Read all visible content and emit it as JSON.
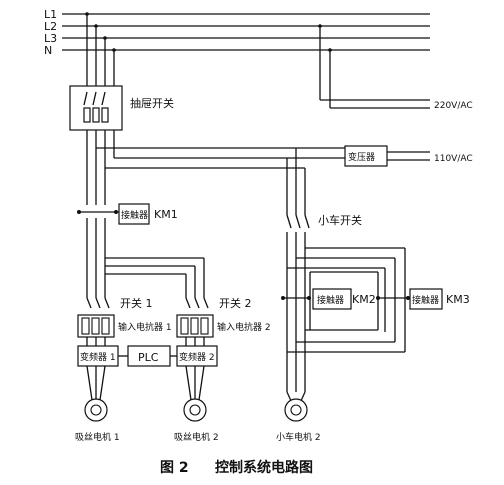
{
  "buses": {
    "l1": "L1",
    "l2": "L2",
    "l3": "L3",
    "n": "N"
  },
  "outputs": {
    "ac220": "220V/AC",
    "ac110": "110V/AC"
  },
  "labels": {
    "drawer_switch": "抽屉开关",
    "transformer": "变压器",
    "contactor": "接触器",
    "km1": "KM1",
    "km2": "KM2",
    "km3": "KM3",
    "cart_switch": "小车开关",
    "switch1": "开关 1",
    "switch2": "开关 2",
    "reactor1": "输入电抗器 1",
    "reactor2": "输入电抗器 2",
    "vfd1": "变频器 1",
    "vfd2": "变频器 2",
    "plc": "PLC",
    "motor1": "吸丝电机 1",
    "motor2": "吸丝电机 2",
    "motor3": "小车电机 2"
  },
  "caption": {
    "fig": "图 2",
    "title": "控制系统电路图"
  }
}
